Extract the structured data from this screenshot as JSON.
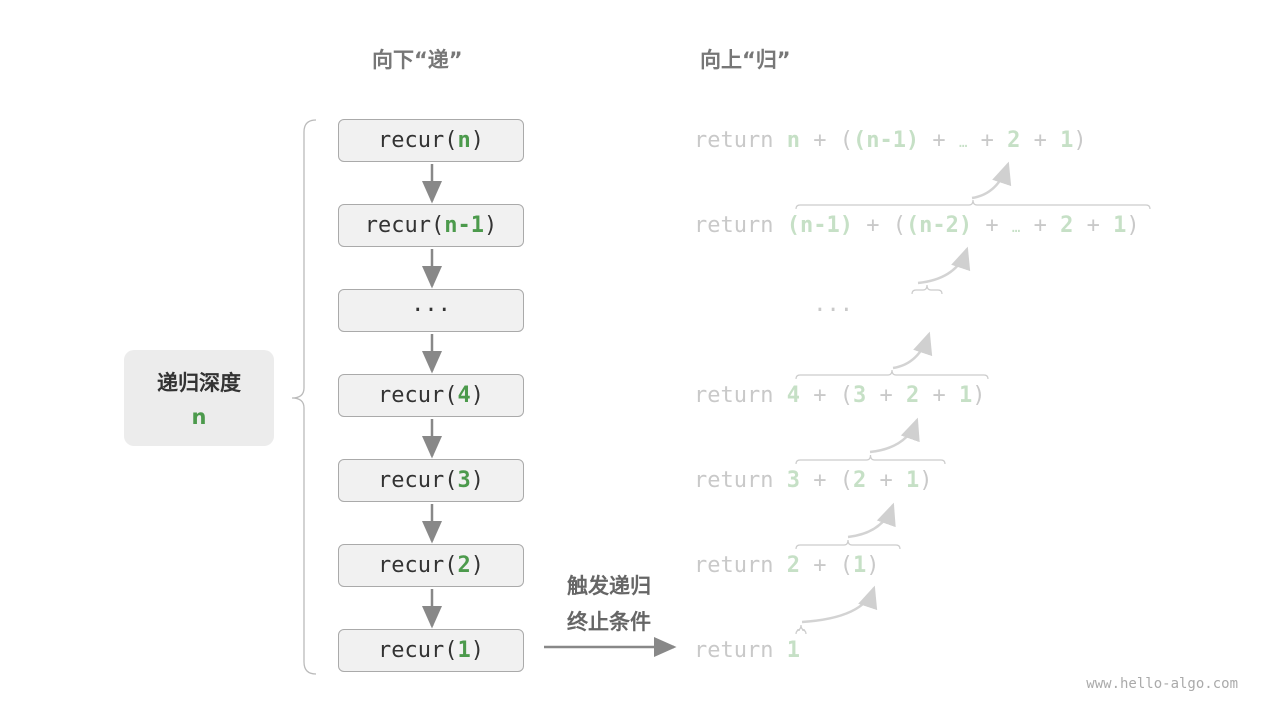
{
  "headers": {
    "down": "向下“递”",
    "up": "向上“归”"
  },
  "depth": {
    "label": "递归深度",
    "value": "n"
  },
  "calls": [
    {
      "prefix": "recur(",
      "arg": "n",
      "suffix": ")"
    },
    {
      "prefix": "recur(",
      "arg": "n-1",
      "suffix": ")"
    },
    {
      "prefix": "",
      "arg": "",
      "suffix": "···"
    },
    {
      "prefix": "recur(",
      "arg": "4",
      "suffix": ")"
    },
    {
      "prefix": "recur(",
      "arg": "3",
      "suffix": ")"
    },
    {
      "prefix": "recur(",
      "arg": "2",
      "suffix": ")"
    },
    {
      "prefix": "recur(",
      "arg": "1",
      "suffix": ")"
    }
  ],
  "returns": [
    [
      [
        "p",
        "return "
      ],
      [
        "g",
        "n"
      ],
      [
        "p",
        " + ("
      ],
      [
        "g",
        "(n-1)"
      ],
      [
        "p",
        " + "
      ],
      [
        "s",
        "…"
      ],
      [
        "p",
        " + "
      ],
      [
        "g",
        "2"
      ],
      [
        "p",
        " + "
      ],
      [
        "g",
        "1"
      ],
      [
        "p",
        ")"
      ]
    ],
    [
      [
        "p",
        "return "
      ],
      [
        "g",
        "(n-1)"
      ],
      [
        "p",
        " + ("
      ],
      [
        "g",
        "(n-2)"
      ],
      [
        "p",
        " + "
      ],
      [
        "s",
        "…"
      ],
      [
        "p",
        " + "
      ],
      [
        "g",
        "2"
      ],
      [
        "p",
        " + "
      ],
      [
        "g",
        "1"
      ],
      [
        "p",
        ")"
      ]
    ],
    [
      [
        "p",
        "         ···"
      ]
    ],
    [
      [
        "p",
        "return "
      ],
      [
        "g",
        "4"
      ],
      [
        "p",
        " + ("
      ],
      [
        "g",
        "3"
      ],
      [
        "p",
        " + "
      ],
      [
        "g",
        "2"
      ],
      [
        "p",
        " + "
      ],
      [
        "g",
        "1"
      ],
      [
        "p",
        ")"
      ]
    ],
    [
      [
        "p",
        "return "
      ],
      [
        "g",
        "3"
      ],
      [
        "p",
        " + ("
      ],
      [
        "g",
        "2"
      ],
      [
        "p",
        " + "
      ],
      [
        "g",
        "1"
      ],
      [
        "p",
        ")"
      ]
    ],
    [
      [
        "p",
        "return "
      ],
      [
        "g",
        "2"
      ],
      [
        "p",
        " + ("
      ],
      [
        "g",
        "1"
      ],
      [
        "p",
        ")"
      ]
    ],
    [
      [
        "p",
        "return "
      ],
      [
        "g",
        "1"
      ]
    ]
  ],
  "trigger": {
    "line1": "触发递归",
    "line2": "终止条件"
  },
  "watermark": "www.hello-algo.com",
  "colors": {
    "accent": "#4c9a4c",
    "faded_accent": "#c6e0c6",
    "box_fill": "#f1f1f1",
    "arrow": "#888888"
  }
}
